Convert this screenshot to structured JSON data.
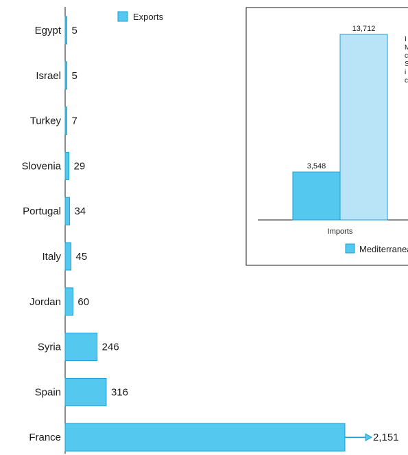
{
  "colors": {
    "bar_fill": "#55c8f0",
    "bar_stroke": "#1c9fd0",
    "bar_light_fill": "#b9e4f7",
    "axis": "#1a1a1a"
  },
  "chart_data": [
    {
      "type": "bar",
      "orientation": "horizontal",
      "categories": [
        "Egypt",
        "Israel",
        "Turkey",
        "Slovenia",
        "Portugal",
        "Italy",
        "Jordan",
        "Syria",
        "Spain",
        "France"
      ],
      "series": [
        {
          "name": "Exports",
          "values": [
            5,
            5,
            7,
            29,
            34,
            45,
            60,
            246,
            316,
            2151
          ],
          "labels": [
            "5",
            "5",
            "7",
            "29",
            "34",
            "45",
            "60",
            "246",
            "316",
            "2,151"
          ]
        }
      ],
      "legend": "top"
    },
    {
      "type": "bar",
      "categories": [
        "Imports"
      ],
      "series": [
        {
          "name": "Mediterranean",
          "values": [
            3548
          ],
          "labels": [
            "3,548"
          ]
        },
        {
          "values": [
            13712
          ],
          "labels": [
            "13,712"
          ]
        }
      ],
      "legend": "bottom",
      "note_lines": [
        "I",
        "M",
        "c",
        "S",
        "i",
        "c"
      ]
    }
  ]
}
